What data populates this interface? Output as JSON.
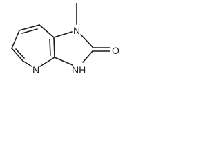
{
  "molecule": {
    "atoms": {
      "n_methyl": "N",
      "n_ring": "N",
      "nh": "NH",
      "oxygen": "O"
    },
    "bond_color": "#1a1a1a",
    "background": "#ffffff"
  }
}
